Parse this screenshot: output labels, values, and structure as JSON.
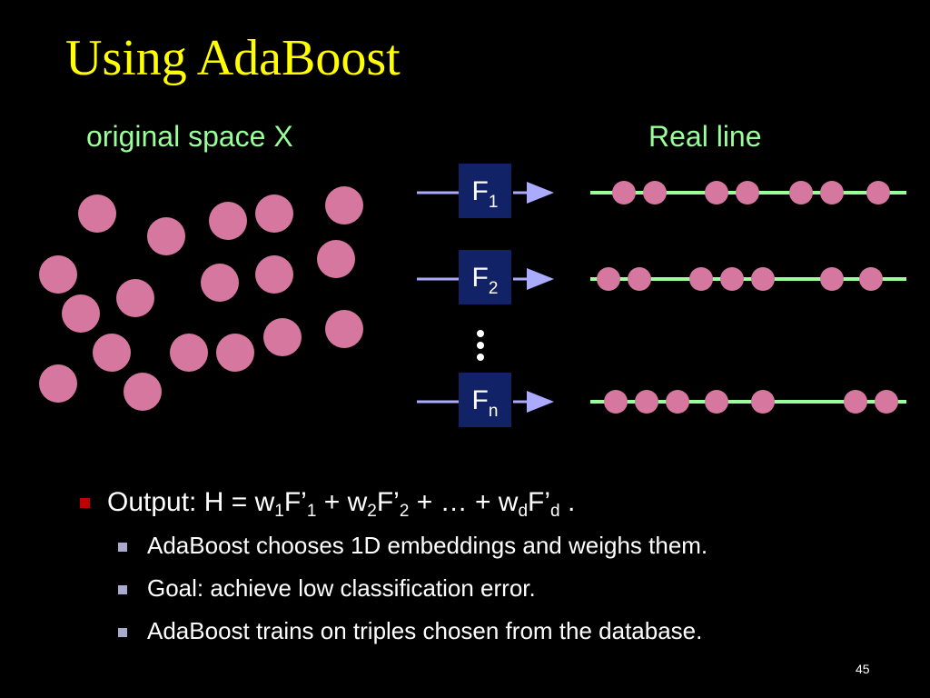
{
  "slide": {
    "title": "Using AdaBoost",
    "page_number": "45"
  },
  "diagram": {
    "left_label": "original space X",
    "right_label": "Real line",
    "label_color": "#99ff99",
    "point_color": "#d6779f",
    "line_color": "#99ff99",
    "arrow_color": "#aaaaff",
    "box_color": "#112266",
    "box_labels": [
      {
        "base": "F",
        "sub": "1"
      },
      {
        "base": "F",
        "sub": "2"
      },
      {
        "base": "F",
        "sub": "n"
      }
    ],
    "ellipsis_icon": "vertical-dots-icon"
  },
  "output": {
    "prefix": "Output: H = w",
    "parts": [
      {
        "text": "F’",
        "sub": "1"
      },
      {
        "text": " + w",
        "sub": "2"
      },
      {
        "text": "F’",
        "sub": "2"
      },
      {
        "text": " + … + w",
        "sub": "d"
      },
      {
        "text": "F’",
        "sub": "d"
      }
    ],
    "suffix": " .",
    "prefix_sub": "1",
    "bullet_color": "#c00000",
    "sub_bullet_color": "#aaaacc"
  },
  "bullets": [
    "AdaBoost chooses 1D embeddings and weighs them.",
    "Goal: achieve low classification error.",
    "AdaBoost trains on triples chosen from the database."
  ]
}
